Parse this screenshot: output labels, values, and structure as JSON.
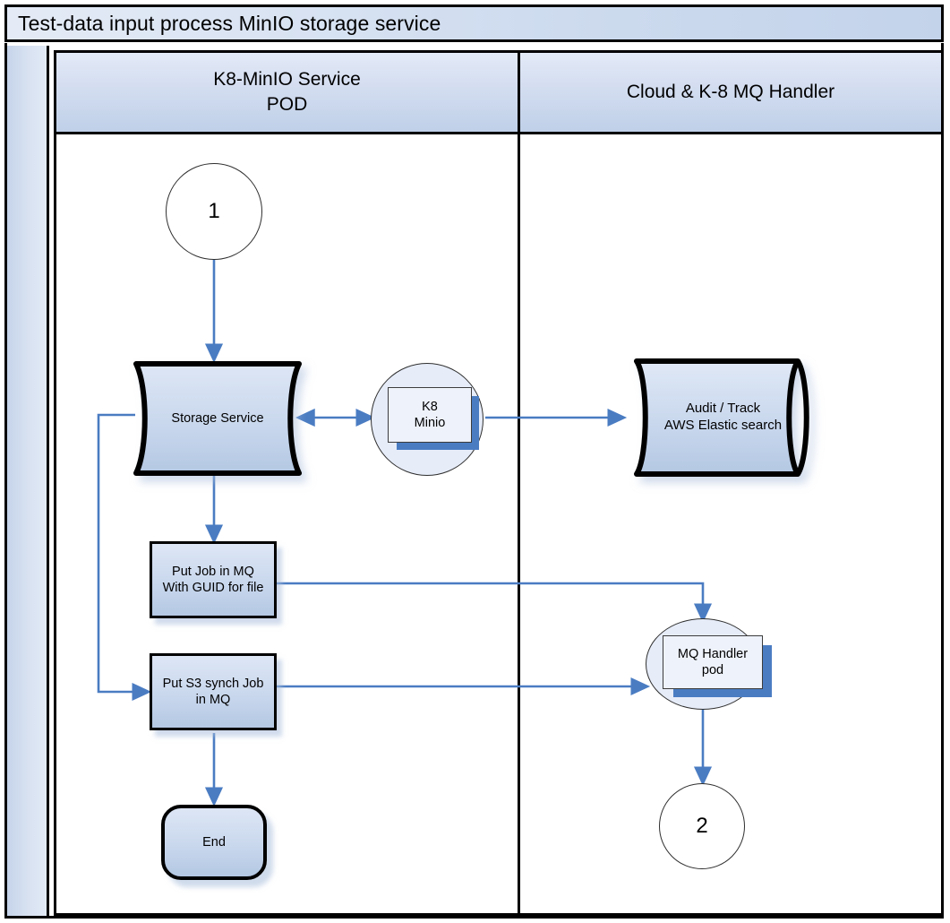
{
  "diagram": {
    "title": "Test-data input process MinIO storage service",
    "type": "flowchart",
    "lanes": [
      {
        "id": "lane-left",
        "label": "K8-MinIO Service\nPOD"
      },
      {
        "id": "lane-right",
        "label": "Cloud & K-8 MQ Handler"
      }
    ],
    "colors": {
      "node_fill_top": "#dde6f5",
      "node_fill_bottom": "#b4c8e3",
      "node_stroke": "#000000",
      "connector": "#4a7cc2",
      "pod_circle_fill": "#e6ecf8",
      "pod_card_fill": "#eef2fa",
      "pod_card_shadow": "#4a7cc2",
      "lane_header_top": "#e3eaf7",
      "lane_header_bottom": "#bfd0e8",
      "canvas": "#ffffff"
    },
    "nodes": [
      {
        "id": "start-1",
        "label": "1",
        "shape": "off-page-reference-circle",
        "lane": "lane-left"
      },
      {
        "id": "storage-service",
        "label": "Storage Service",
        "shape": "data-wave",
        "lane": "lane-left"
      },
      {
        "id": "k8-minio",
        "label": "K8\nMinio",
        "shape": "pod-circle",
        "lane": "lane-left"
      },
      {
        "id": "audit-track",
        "label": "Audit / Track\nAWS Elastic search",
        "shape": "cylinder",
        "lane": "lane-right"
      },
      {
        "id": "put-job-mq",
        "label": "Put Job in MQ\nWith GUID for file",
        "shape": "process",
        "lane": "lane-left"
      },
      {
        "id": "put-s3-sync",
        "label": "Put S3 synch Job\nin MQ",
        "shape": "process",
        "lane": "lane-left"
      },
      {
        "id": "mq-handler-pod",
        "label": "MQ Handler\npod",
        "shape": "pod-circle",
        "lane": "lane-right"
      },
      {
        "id": "end",
        "label": "End",
        "shape": "terminator",
        "lane": "lane-left"
      },
      {
        "id": "ref-2",
        "label": "2",
        "shape": "off-page-reference-circle",
        "lane": "lane-right"
      }
    ],
    "edges": [
      {
        "from": "start-1",
        "to": "storage-service",
        "arrows": "one-way"
      },
      {
        "from": "storage-service",
        "to": "k8-minio",
        "arrows": "two-way"
      },
      {
        "from": "k8-minio",
        "to": "audit-track",
        "arrows": "one-way"
      },
      {
        "from": "storage-service",
        "to": "put-job-mq",
        "arrows": "one-way"
      },
      {
        "from": "storage-service",
        "to": "put-s3-sync",
        "arrows": "one-way"
      },
      {
        "from": "put-job-mq",
        "to": "mq-handler-pod",
        "arrows": "one-way"
      },
      {
        "from": "put-s3-sync",
        "to": "mq-handler-pod",
        "arrows": "one-way"
      },
      {
        "from": "put-s3-sync",
        "to": "end",
        "arrows": "one-way"
      },
      {
        "from": "mq-handler-pod",
        "to": "ref-2",
        "arrows": "one-way"
      }
    ]
  }
}
